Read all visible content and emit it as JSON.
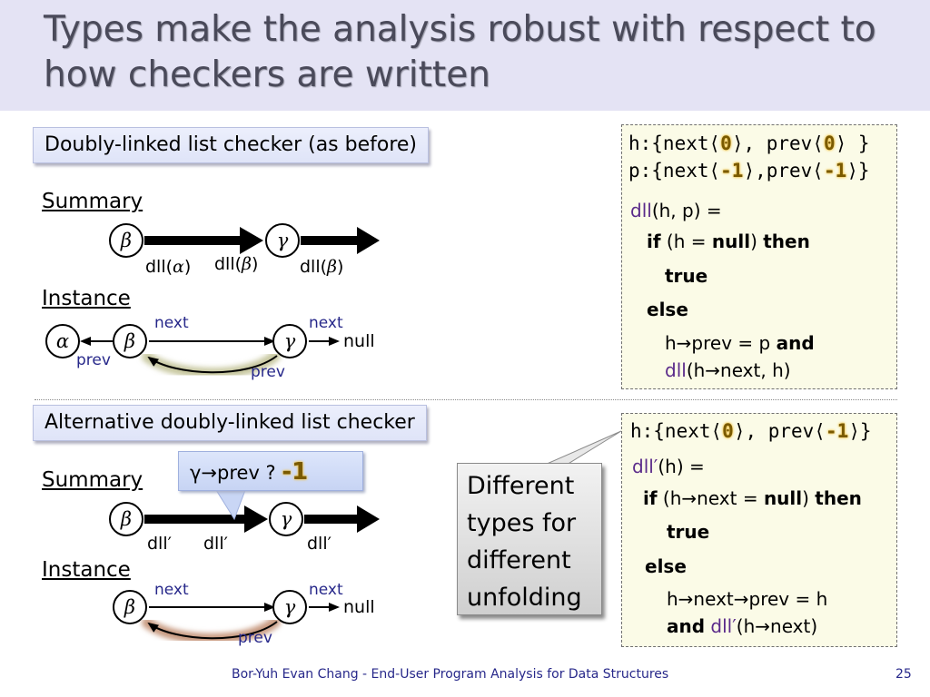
{
  "title": "Types make the analysis robust with respect to how checkers are written",
  "top": {
    "box": "Doubly-linked list checker (as before)",
    "summary_label": "Summary",
    "instance_label": "Instance",
    "summary_nodes": [
      "β",
      "γ"
    ],
    "summary_dll_a": "dll(",
    "summary_alpha": "α",
    "summary_close1": ")",
    "summary_dll_b": "dll(",
    "summary_beta1": "β",
    "summary_close2": ")",
    "summary_dll_c": "dll(",
    "summary_beta2": "β",
    "summary_close3": ")",
    "instance_nodes": [
      "α",
      "β",
      "γ"
    ],
    "edge_next1": "next",
    "edge_next2": "next",
    "edge_prev1": "prev",
    "edge_prev2": "prev",
    "null": "null"
  },
  "top_code": {
    "type_line1": "h:{next⟨0⟩, prev⟨0⟩ }",
    "type_line2": "p:{next⟨-1⟩,prev⟨-1⟩}",
    "h_pre": "h:{next⟨",
    "h_zero1": "0",
    "h_mid": "⟩, prev⟨",
    "h_zero2": "0",
    "h_post": "⟩  }",
    "p_pre": "p:{next⟨",
    "p_m1a": "-1",
    "p_mid": "⟩,prev⟨",
    "p_m1b": "-1",
    "p_post": "⟩}",
    "l1_fn": "dll",
    "l1_rest": "(h, p) =",
    "l2_if": "if",
    "l2_mid": " (h = ",
    "l2_null": "null",
    "l2_close": ") ",
    "l2_then": "then",
    "l3": "true",
    "l4": "else",
    "l5_a": "h→prev = p  ",
    "l5_and": "and",
    "l6_fn": "dll",
    "l6_rest": "(h→next, h)"
  },
  "bottom": {
    "box": "Alternative doubly-linked list checker",
    "summary_label": "Summary",
    "instance_label": "Instance",
    "callout_text": "γ→prev ? ",
    "callout_value": "-1",
    "summary_nodes": [
      "β",
      "γ"
    ],
    "dll_prime_1": "dll′",
    "dll_prime_2": "dll′",
    "dll_prime_3": "dll′",
    "instance_nodes": [
      "β",
      "γ"
    ],
    "edge_next1": "next",
    "edge_next2": "next",
    "edge_prev": "prev",
    "null": "null"
  },
  "gray_box": [
    "Different",
    "types for",
    "different",
    "unfolding"
  ],
  "bottom_code": {
    "h_pre": "h:{next⟨",
    "h_zero": "0",
    "h_mid": "⟩, prev⟨",
    "h_m1": "-1",
    "h_post": "⟩}",
    "l1_fn": "dll′",
    "l1_rest": "(h) =",
    "l2_if": "if",
    "l2_mid": " (h→next = ",
    "l2_null": "null",
    "l2_close": ") ",
    "l2_then": "then",
    "l3": "true",
    "l4": "else",
    "l5": "h→next→prev = h",
    "l6_and": "and",
    "l6_fn": " dll′",
    "l6_rest": "(h→next)"
  },
  "footer": "Bor-Yuh Evan Chang - End-User Program Analysis for Data Structures",
  "page_number": "25",
  "colors": {
    "title_band": "#e4e3f4",
    "edge_label": "#27288a",
    "function_name": "#5a2a8a",
    "highlight": "#f0c040",
    "next_glow": "#c89a80",
    "prev_glow": "#c8c8a0"
  }
}
